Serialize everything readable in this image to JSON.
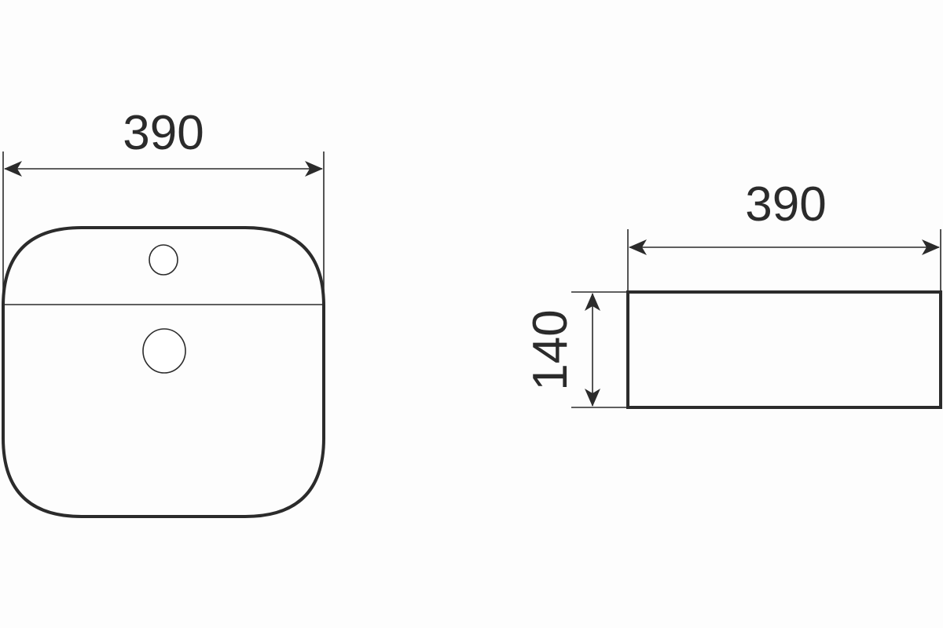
{
  "top_view": {
    "width_label": "390"
  },
  "side_view": {
    "width_label": "390",
    "height_label": "140"
  },
  "colors": {
    "line": "#2b2b2b",
    "background": "#fdfdfd"
  }
}
